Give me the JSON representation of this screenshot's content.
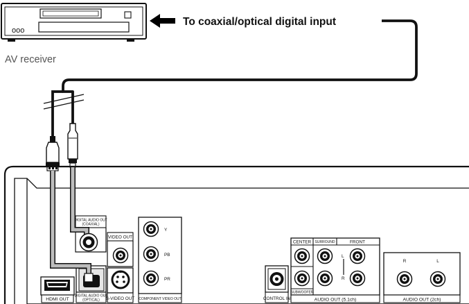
{
  "receiver": {
    "caption": "AV receiver",
    "connection_label": "To coaxial/optical digital input",
    "display_dots": "ooo"
  },
  "player_panel": {
    "ports": {
      "hdmi_out": "HDMI OUT",
      "digital_audio_out_optical": [
        "DIGITAL AUDIO OUT",
        "(OPTICAL)"
      ],
      "digital_audio_out_coaxial": [
        "DIGITAL AUDIO OUT",
        "(COAXIAL)"
      ],
      "video_out": "VIDEO OUT",
      "s_video_out": "S-VIDEO OUT",
      "component_video_out": "COMPONENT VIDEO OUT",
      "component_channels": [
        "Y",
        "PB",
        "PR"
      ],
      "control_in": "CONTROL IN",
      "audio_5_1": {
        "title": "AUDIO OUT (5.1ch)",
        "center": "CENTER",
        "surround": "SURROUND",
        "front": "FRONT",
        "subwoofer": "SUBWOOFER",
        "left": "L",
        "right": "R"
      },
      "audio_2ch": {
        "title": "AUDIO OUT (2ch)",
        "right": "R",
        "left": "L"
      }
    }
  },
  "colors": {
    "line": "#111111",
    "cable_fill": "#bdbdbd",
    "arrow": "#000000"
  }
}
